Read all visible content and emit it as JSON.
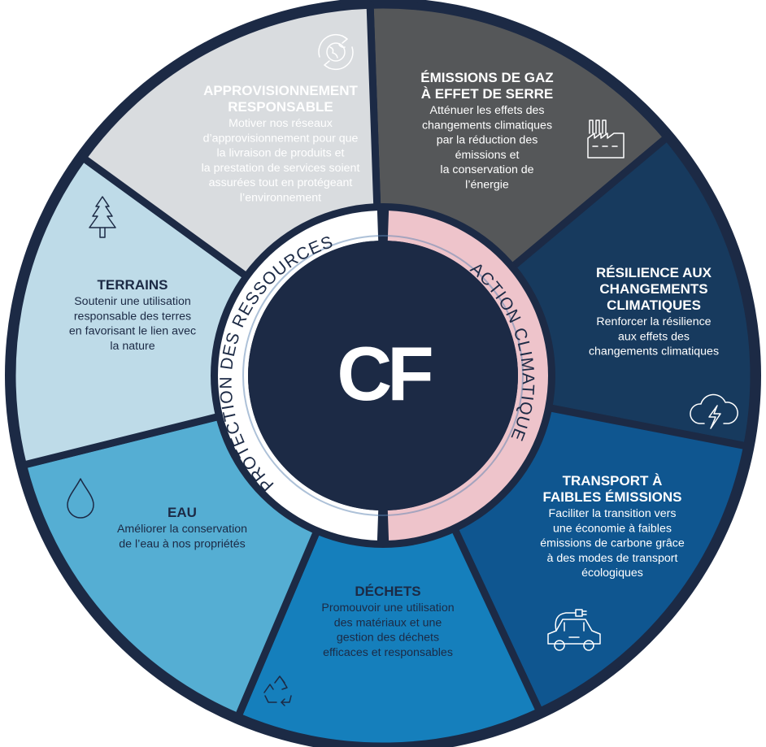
{
  "logo": {
    "text": "CF"
  },
  "ring": {
    "left_label": "PROTECTION DES RESSOURCES",
    "right_label": "ACTION CLIMATIQUE",
    "left_color": "#ffffff",
    "right_color": "#eec4cb",
    "left_text_color": "#1c2a45",
    "right_text_color": "#1c2a45"
  },
  "colors": {
    "outline": "#1c2a45",
    "center": "#1c2a45",
    "dark_text": "#1c2a45",
    "light_text": "#ffffff"
  },
  "segments": [
    {
      "id": "approvisionnement",
      "title": [
        "APPROVISIONNEMENT",
        "RESPONSABLE"
      ],
      "description": [
        "Motiver nos réseaux",
        "d’approvisionnement pour que",
        "la livraison de produits et",
        "la prestation de services soient",
        "assurées tout en protégeant",
        "l’environnement"
      ],
      "color": "#555759",
      "text": "light",
      "icon": "globe-recycle-icon"
    },
    {
      "id": "emissions",
      "title": [
        "ÉMISSIONS DE GAZ",
        "À EFFET DE SERRE"
      ],
      "description": [
        "Atténuer les effets des",
        "changements climatiques",
        "par la réduction des",
        "émissions et",
        "la conservation de",
        "l’énergie"
      ],
      "color": "#173a5e",
      "text": "light",
      "icon": "factory-icon"
    },
    {
      "id": "resilience",
      "title": [
        "RÉSILIENCE AUX",
        "CHANGEMENTS",
        "CLIMATIQUES"
      ],
      "description": [
        "Renforcer la résilience",
        "aux effets des",
        "changements climatiques"
      ],
      "color": "#0f5690",
      "text": "light",
      "icon": "storm-cloud-icon"
    },
    {
      "id": "transport",
      "title": [
        "TRANSPORT À",
        "FAIBLES ÉMISSIONS"
      ],
      "description": [
        "Faciliter la transition vers",
        "une économie à faibles",
        "émissions de carbone grâce",
        "à des modes de transport",
        "écologiques"
      ],
      "color": "#157fbc",
      "text": "light",
      "icon": "electric-car-icon"
    },
    {
      "id": "dechets",
      "title": [
        "DÉCHETS"
      ],
      "description": [
        "Promouvoir une utilisation",
        "des matériaux et une",
        "gestion des déchets",
        "efficaces et responsables"
      ],
      "color": "#55aed3",
      "text": "dark",
      "icon": "recycle-icon"
    },
    {
      "id": "eau",
      "title": [
        "EAU"
      ],
      "description": [
        "Améliorer la conservation",
        "de l’eau à nos propriétés"
      ],
      "color": "#bedbe8",
      "text": "dark",
      "icon": "water-drop-icon"
    },
    {
      "id": "terrains",
      "title": [
        "TERRAINS"
      ],
      "description": [
        "Soutenir une utilisation",
        "responsable des terres",
        "en favorisant le lien avec",
        "la nature"
      ],
      "color": "#d9dcdf",
      "text": "dark",
      "icon": "pine-tree-icon"
    }
  ]
}
